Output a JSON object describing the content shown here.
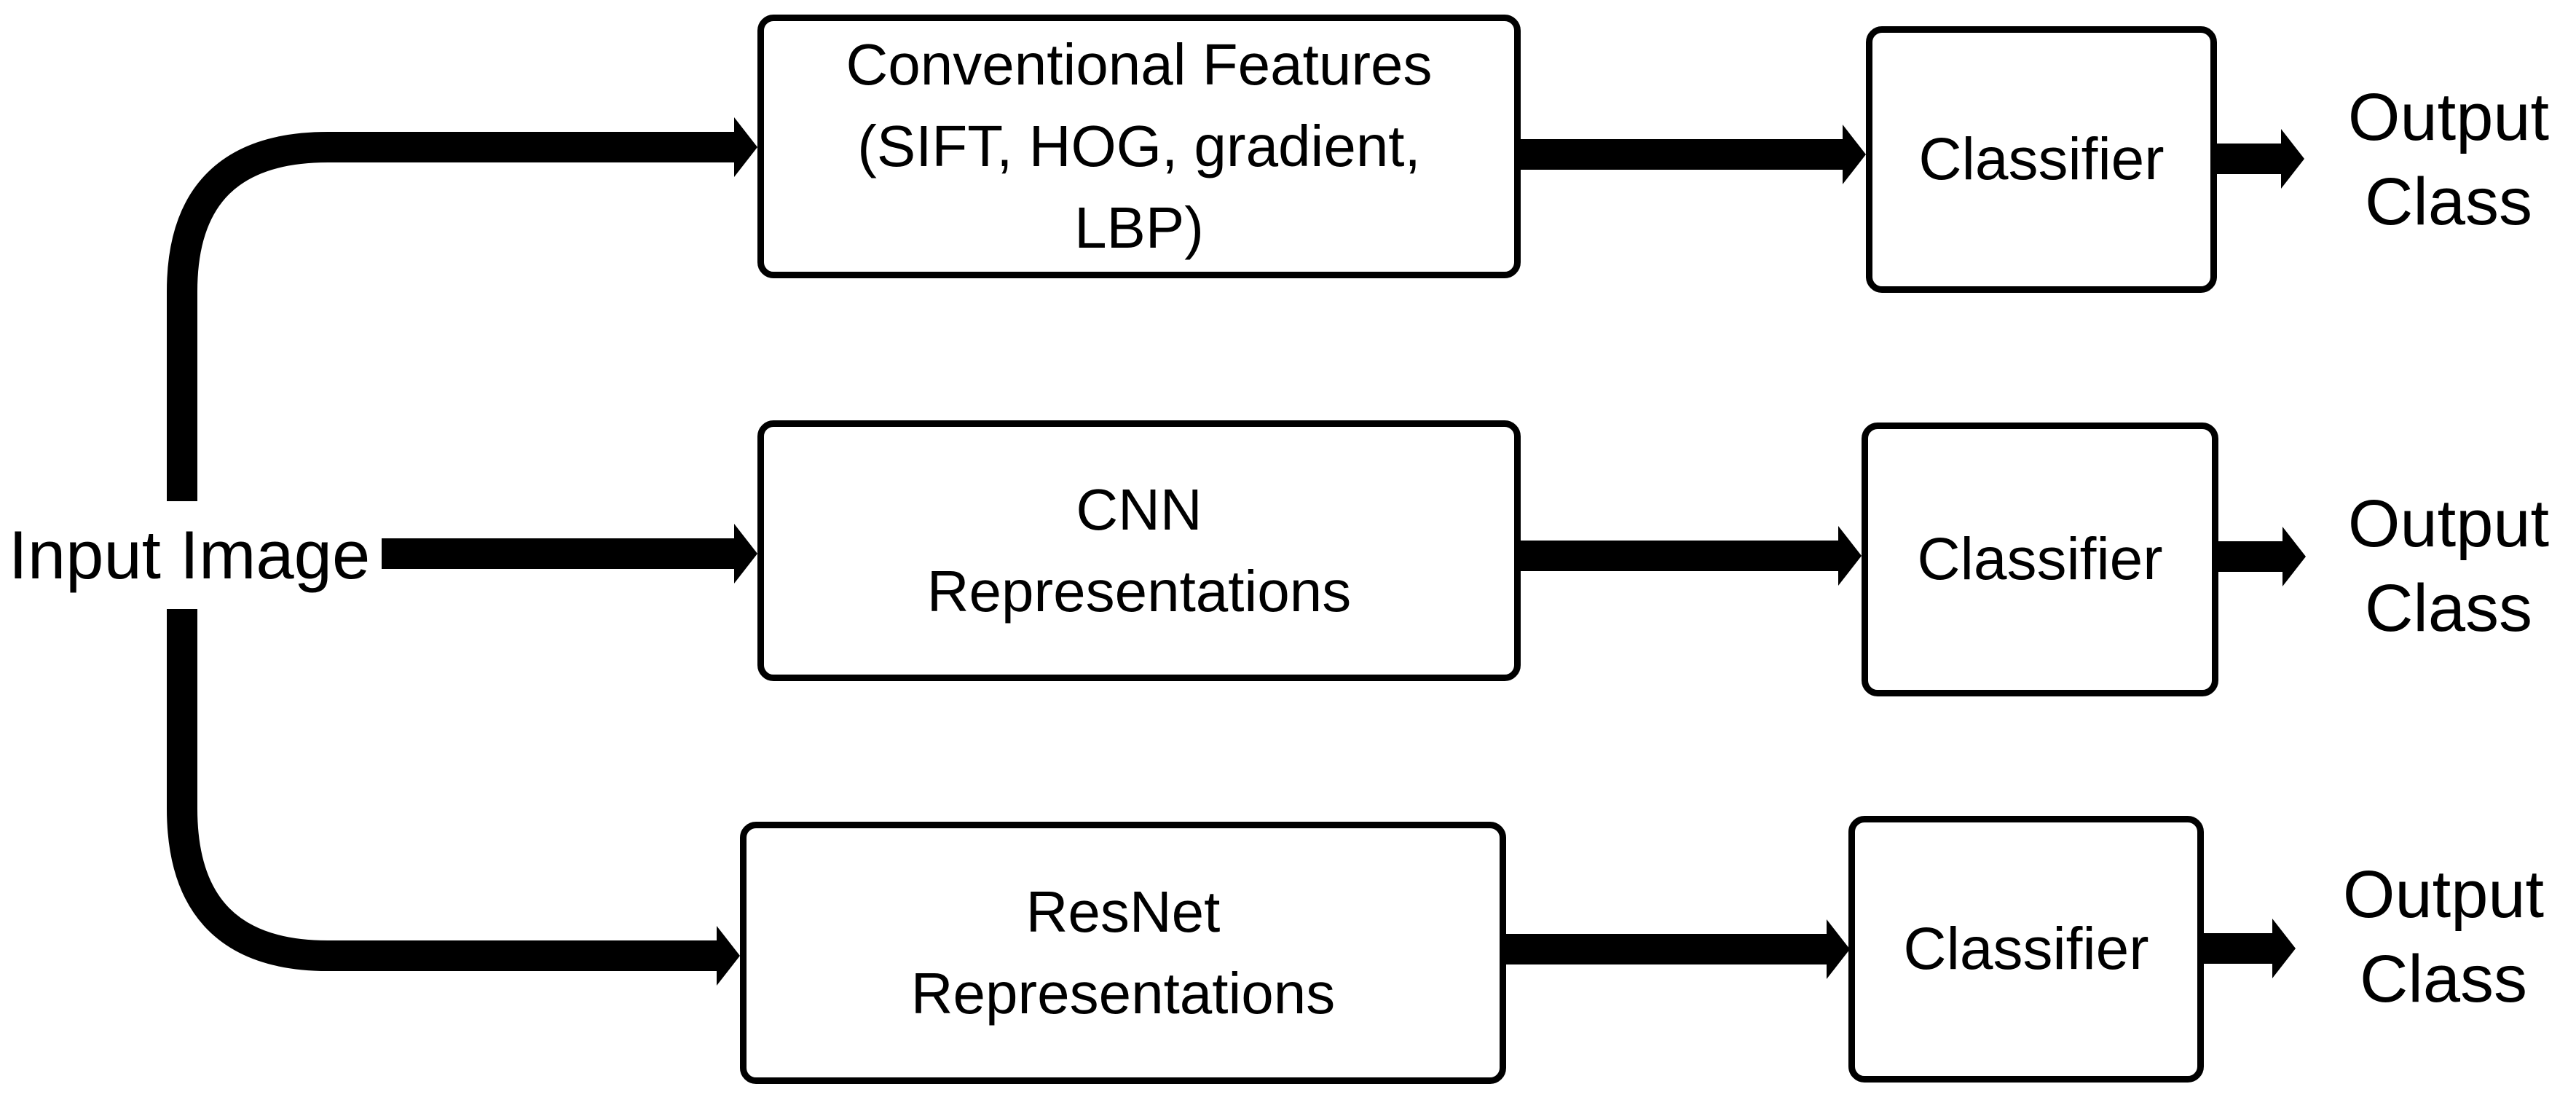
{
  "diagram": {
    "title_note": "",
    "colors": {
      "background": "#ffffff",
      "line": "#000000",
      "box_fill": "#ffffff",
      "box_border": "#000000",
      "text": "#000000"
    },
    "input_label": "Input Image",
    "rows": [
      {
        "feature_label": "Conventional Features\n(SIFT, HOG, gradient,\nLBP)",
        "classifier_label": "Classifier",
        "output_label": "Output\nClass"
      },
      {
        "feature_label": "CNN\nRepresentations",
        "classifier_label": "Classifier",
        "output_label": "Output\nClass"
      },
      {
        "feature_label": "ResNet\nRepresentations",
        "classifier_label": "Classifier",
        "output_label": "Output\nClass"
      }
    ]
  }
}
